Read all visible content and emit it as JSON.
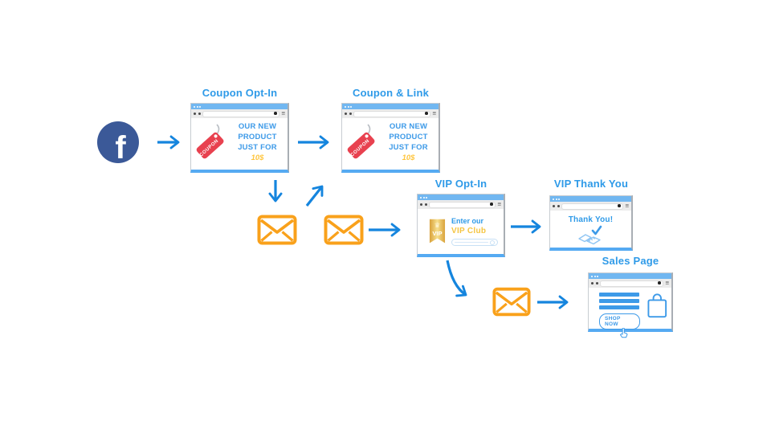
{
  "palette": {
    "title_blue": "#2E9AE8",
    "arrow_blue": "#1585DE",
    "window_bar_blue": "#71B7F1",
    "window_underline_blue": "#55AAF2",
    "content_blue": "#3D9AE8",
    "light_blue": "#8FC5F3",
    "gold": "#F5C542",
    "price_gold": "#FFC53D",
    "envelope_orange": "#F9A11B",
    "coupon_red": "#E8414F",
    "facebook_blue": "#3B5998",
    "vip_gold_dark": "#D9A23B",
    "vip_gold_light": "#F7E08E"
  },
  "facebook": {
    "letter": "f"
  },
  "windows": {
    "coupon_optin": {
      "title": "Coupon Opt-In",
      "line1": "OUR NEW",
      "line2": "PRODUCT",
      "line3": "JUST FOR",
      "price": "10$",
      "tag_label": "COUPON"
    },
    "coupon_link": {
      "title": "Coupon & Link",
      "line1": "OUR NEW",
      "line2": "PRODUCT",
      "line3": "JUST FOR",
      "price": "10$",
      "tag_label": "COUPON"
    },
    "vip_optin": {
      "title": "VIP Opt-In",
      "line1": "Enter our",
      "line2": "VIP Club",
      "badge_label": "VIP",
      "crown_glyph": "♛"
    },
    "vip_thankyou": {
      "title": "VIP Thank You",
      "message": "Thank You!"
    },
    "sales_page": {
      "title": "Sales Page",
      "button_label": "SHOP NOW"
    }
  },
  "icons": {
    "facebook": "facebook-circle-logo",
    "email": "envelope",
    "coupon": "red-price-tag",
    "vip": "gold-vip-ribbon-badge",
    "thankyou": "handshake-with-checkmark",
    "sales": "shopping-bag-and-shop-now-button"
  }
}
